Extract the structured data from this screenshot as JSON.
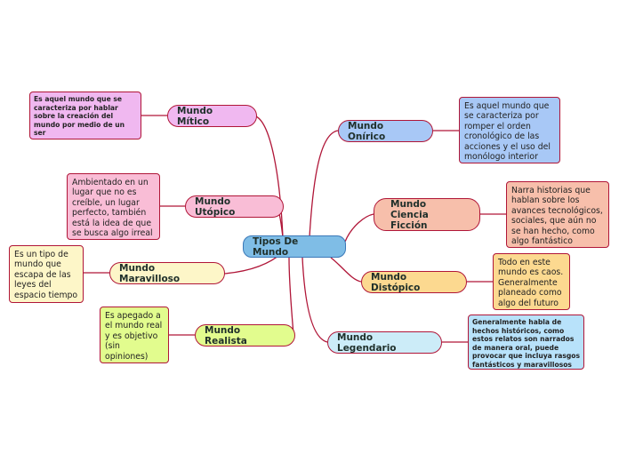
{
  "center": {
    "label": "Tipos De Mundo",
    "color": "#7fbde6"
  },
  "topics": [
    {
      "id": "mitico",
      "label": "Mundo Mítico",
      "color": "#f0b8f0",
      "note": "Es aquel mundo que se caracteriza por hablar sobre la creación del mundo por medio de un ser",
      "note_color": "#f0b8f0"
    },
    {
      "id": "utopico",
      "label": "Mundo Utópico",
      "color": "#f9bdd6",
      "note": "Ambientado en un lugar que no es creíble, un lugar perfecto, también está la idea de que se busca algo irreal",
      "note_color": "#f9bdd6"
    },
    {
      "id": "maravilloso",
      "label": "Mundo Maravilloso",
      "color": "#fdf6c8",
      "note": "Es un tipo de mundo que escapa de las leyes del espacio tiempo",
      "note_color": "#fdf6c8"
    },
    {
      "id": "realista",
      "label": "Mundo Realista",
      "color": "#e2fc8e",
      "note": "Es apegado a el mundo real y es objetivo (sin opiniones)",
      "note_color": "#e2fc8e"
    },
    {
      "id": "onirico",
      "label": "Mundo Onírico",
      "color": "#a8c8f6",
      "note": "Es aquel mundo que se caracteriza por romper el orden cronológico de las acciones y el uso del monólogo interior",
      "note_color": "#a8c8f6"
    },
    {
      "id": "ciencia",
      "label": "Mundo Ciencia Ficción",
      "color": "#f7bfab",
      "note": "Narra historias que hablan sobre los avances tecnológicos, sociales, que aún no se han hecho, como algo fantástico",
      "note_color": "#f7bfab"
    },
    {
      "id": "distopico",
      "label": "Mundo Distópico",
      "color": "#fcd990",
      "note": "Todo en este mundo es caos. Generalmente planeado como algo del futuro",
      "note_color": "#fcd990"
    },
    {
      "id": "legendario",
      "label": "Mundo Legendario",
      "color": "#ccecf8",
      "note": "Generalmente habla de hechos históricos, como estos relatos son narrados de manera oral, puede provocar que incluya rasgos fantásticos y maravillosos",
      "note_color": "#b8e2fa"
    }
  ],
  "colors": {
    "branch": "#b01638",
    "center_border": "#3a78b8"
  }
}
